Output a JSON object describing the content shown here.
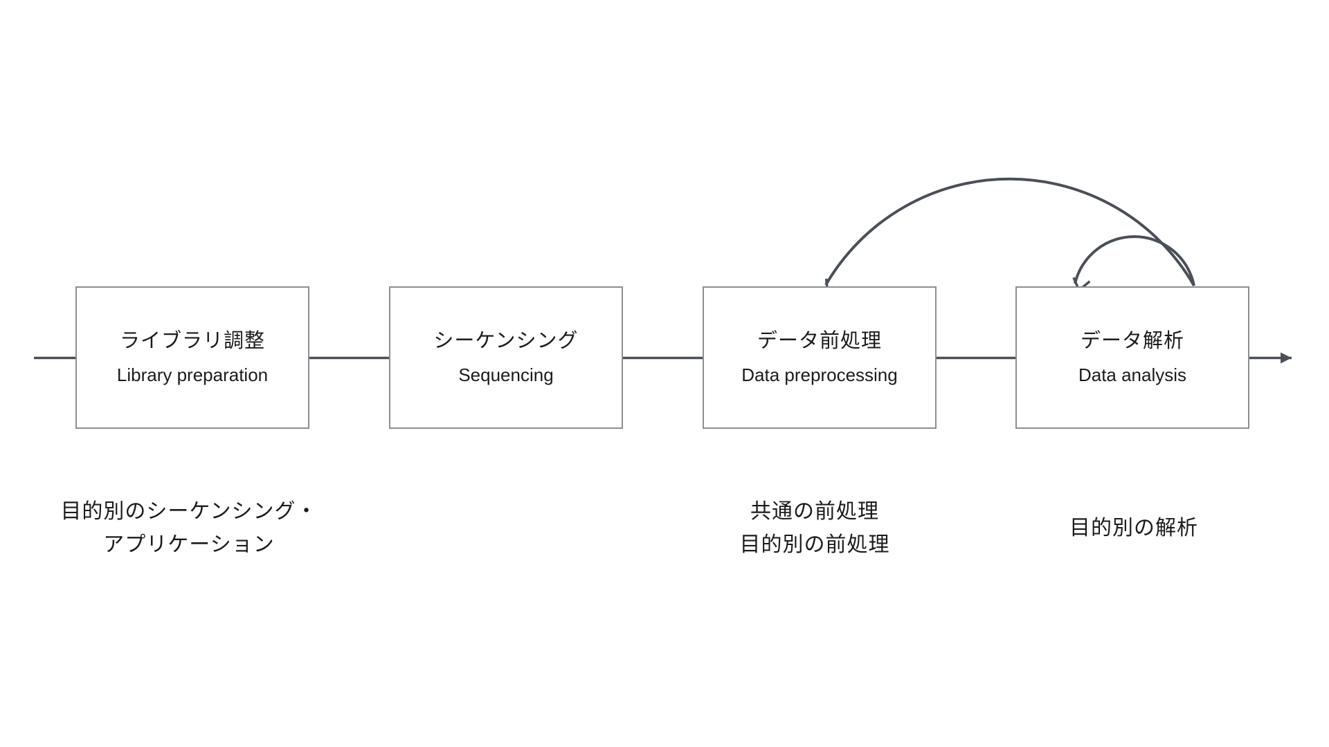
{
  "diagram": {
    "title_hint": "NGS workflow flowchart",
    "boxes": [
      {
        "jp": "ライブラリ調整",
        "en": "Library preparation"
      },
      {
        "jp": "シーケンシング",
        "en": "Sequencing"
      },
      {
        "jp": "データ前処理",
        "en": "Data preprocessing"
      },
      {
        "jp": "データ解析",
        "en": "Data analysis"
      }
    ],
    "captions": [
      {
        "line1": "目的別のシーケンシング・",
        "line2": "アプリケーション"
      },
      {
        "line1": "共通の前処理",
        "line2": "目的別の前処理"
      },
      {
        "line1": "目的別の解析"
      }
    ],
    "arrows": {
      "flow_direction": "left-to-right",
      "feedback_large": "data-analysis to data-preprocessing",
      "feedback_small": "data-analysis to data-analysis"
    },
    "colors": {
      "line": "#4a4f58",
      "box_border": "#8c8e91",
      "text": "#1b1b1b",
      "background": "#ffffff"
    }
  }
}
